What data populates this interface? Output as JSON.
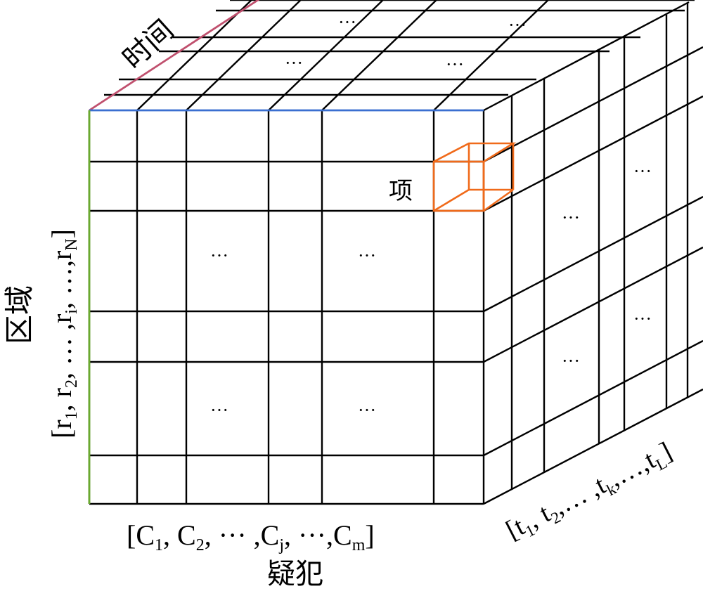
{
  "labels": {
    "time_title": "时间",
    "region_title": "区域",
    "suspect_title": "疑犯",
    "item_label": "项",
    "ellipsis": "···",
    "region_axis": {
      "open": "[",
      "r1": "r",
      "r1_sub": "1",
      "sep1": ", ",
      "r2": "r",
      "r2_sub": "2",
      "mid1": ", … ,",
      "ri": "r",
      "ri_sub": "i",
      "mid2": ", …,",
      "rn": "r",
      "rn_sub": "N",
      "close": "]"
    },
    "suspect_axis": {
      "open": "[",
      "c1": "C",
      "c1_sub": "1",
      "sep1": ", ",
      "c2": "C",
      "c2_sub": "2",
      "mid1": ", ··· ,",
      "cj": "C",
      "cj_sub": "j",
      "mid2": ", ···,",
      "cm": "C",
      "cm_sub": "m",
      "close": "]"
    },
    "time_axis": {
      "open": "[",
      "t1": "t",
      "t1_sub": "1",
      "sep1": ", ",
      "t2": "t",
      "t2_sub": "2",
      "mid1": ",… ,",
      "tk": "t",
      "tk_sub": "k",
      "mid2": ",…,",
      "tl": "t",
      "tl_sub": "L",
      "close": "]"
    }
  },
  "colors": {
    "grid": "#000000",
    "time_edge": "#c0506e",
    "suspect_edge": "#3a6fd0",
    "region_edge": "#6aaa2e",
    "item_cube": "#f06a1a"
  }
}
